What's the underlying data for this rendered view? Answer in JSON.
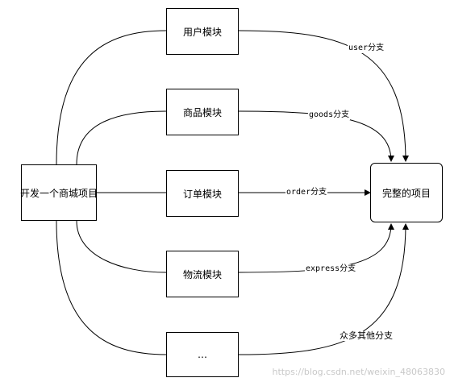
{
  "nodes": {
    "start": "开发一个商城项目",
    "user_module": "用户模块",
    "goods_module": "商品模块",
    "order_module": "订单模块",
    "logistics_module": "物流模块",
    "more_module": "…",
    "result": "完整的项目"
  },
  "edges": {
    "user_branch": "user分支",
    "goods_branch": "goods分支",
    "order_branch": "order分支",
    "express_branch": "express分支",
    "other_branch": "众多其他分支"
  },
  "watermark": "https://blog.csdn.net/weixin_48063830",
  "colors": {
    "line": "#000000",
    "box_border": "#000000",
    "background": "#ffffff"
  }
}
